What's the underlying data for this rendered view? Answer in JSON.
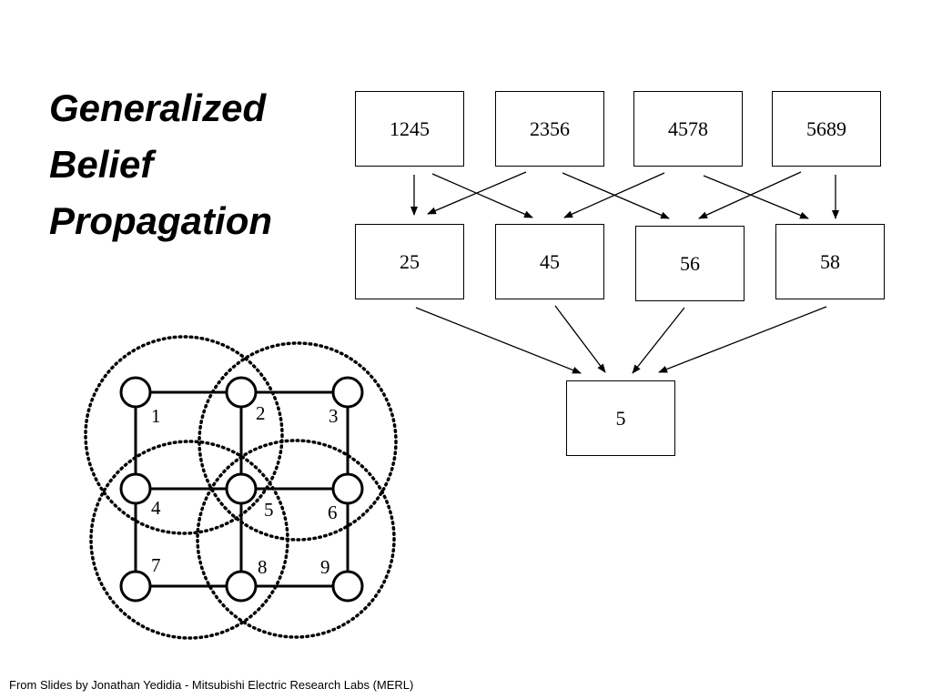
{
  "slide": {
    "title_lines": [
      "Generalized",
      "Belief",
      "Propagation"
    ],
    "footer": "From Slides by Jonathan Yedidia  - Mitsubishi Electric Research Labs (MERL)"
  },
  "region_graph": {
    "top_regions": [
      "1245",
      "2356",
      "4578",
      "5689"
    ],
    "middle_regions": [
      "25",
      "45",
      "56",
      "58"
    ],
    "bottom_regions": [
      "5"
    ]
  },
  "grid": {
    "nodes": [
      "1",
      "2",
      "3",
      "4",
      "5",
      "6",
      "7",
      "8",
      "9"
    ]
  }
}
